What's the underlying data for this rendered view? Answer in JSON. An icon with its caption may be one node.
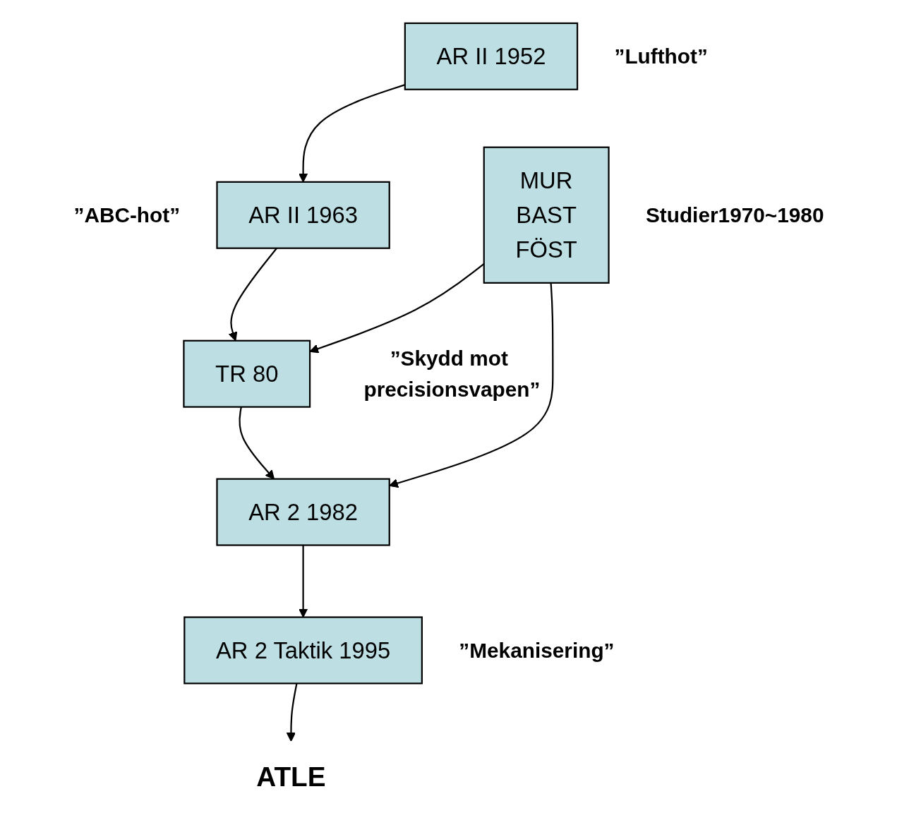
{
  "diagram": {
    "nodes": [
      {
        "text": [
          "AR II 1952"
        ],
        "beside": [
          "”Lufthot”"
        ]
      },
      {
        "text": [
          "AR II 1963"
        ],
        "beside": [
          "”ABC-hot”"
        ]
      },
      {
        "text": [
          "MUR",
          "BAST",
          "FÖST"
        ],
        "beside": [
          "Studier1970~1980"
        ]
      },
      {
        "text": [
          "TR 80"
        ],
        "beside": [
          "”Skydd mot precisionsvapen”"
        ]
      },
      {
        "text": [
          "AR 2 1982"
        ]
      },
      {
        "text": [
          "AR 2 Taktik 1995"
        ],
        "beside": [
          "”Mekanisering”"
        ]
      },
      {
        "text": [
          "ATLE"
        ]
      }
    ],
    "edges": [
      {
        "from": 0,
        "to": 1,
        "arrow": "to"
      },
      {
        "from": 1,
        "to": 3,
        "arrow": "to"
      },
      {
        "from": 2,
        "to": 3,
        "arrow": "to"
      },
      {
        "from": 2,
        "to": 4,
        "arrow": "to"
      },
      {
        "from": 3,
        "to": 4,
        "arrow": "to"
      },
      {
        "from": 4,
        "to": 5,
        "arrow": "to"
      },
      {
        "from": 5,
        "to": 6,
        "arrow": "to"
      }
    ]
  }
}
